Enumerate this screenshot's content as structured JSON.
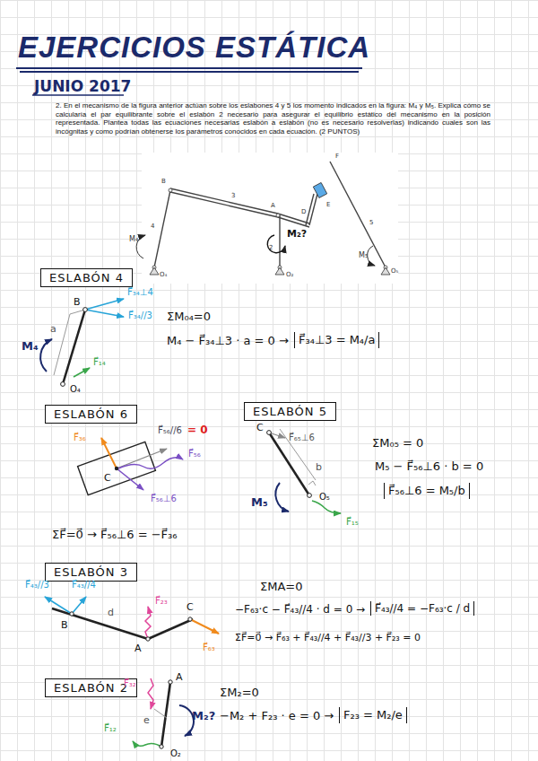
{
  "diagram": {
    "title": "EJERCICIOS ESTÁTICA",
    "nodes": [
      {
        "text": [
          "ESLABÓN 4"
        ]
      },
      {
        "text": [
          "ESLABÓN 6"
        ]
      },
      {
        "text": [
          "ESLABÓN 5"
        ]
      },
      {
        "text": [
          "ESLABÓN 3"
        ]
      },
      {
        "text": [
          "ESLABÓN 2"
        ]
      }
    ],
    "labels": [
      "JUNIO 2017",
      "2. En el mecanismo de la figura anterior actúan sobre los eslabones 4 y 5 los momento indicados en la figura: M₄ y M₅. Explica cómo se calcularía el par equilibrante sobre el eslabón 2 necesario para asegurar el equilibrio estático del mecanismo en la posición representada. Plantea todas las ecuaciones necesarias eslabón a eslabón (no es necesario resolverlas) indicando cuales son las incógnitas y como podrían obtenerse los parámetros conocidos en cada ecuación. (2 PUNTOS)",
      "B",
      "3",
      "A",
      "D",
      "E",
      "F",
      "M₄",
      "4",
      "M₂?",
      "2",
      "5",
      "M₅",
      "O₄",
      "O₂",
      "O₅",
      "F⃗₃₄⊥4",
      "F⃗₃₄//3",
      "B",
      "a",
      "M₄",
      "F⃗₁₄",
      "O₄",
      "ΣM₀₄=0",
      "M₄ − F⃗₃₄⊥3 · a = 0 →",
      "F⃗₃₄⊥3 = M₄/a",
      "F⃗₃₆",
      "F⃗₅₆//6",
      "= 0",
      "F⃗₅₆",
      "C",
      "F⃗₅₆⊥6",
      "ΣF⃗=0⃗ → F⃗₅₆⊥6 = −F⃗₃₆",
      "C",
      "F⃗₆₅⊥6",
      "b",
      "M₅",
      "O₅",
      "F⃗₁₅",
      "ΣM₀₅ = 0",
      "M₅ − F⃗₅₆⊥6 · b = 0",
      "F⃗₅₆⊥6 = M₅/b",
      "F⃗₄₃//3",
      "F⃗₄₃//4",
      "B",
      "d",
      "F⃗₂₃",
      "A",
      "C",
      "F⃗₆₃",
      "ΣMA=0",
      "−F₆₃·c − F⃗₄₃//4 · d = 0 →",
      "F⃗₄₃//4 = −F₆₃·c / d",
      "ΣF⃗=0⃗ → F⃗₆₃ + F⃗₄₃//4 + F⃗₄₃//3 + F⃗₂₃ = 0",
      "A",
      "F⃗₃₂",
      "e",
      "M₂?",
      "O₂",
      "F⃗₁₂",
      "ΣM₂=0",
      "−M₂ + F₂₃ · e = 0 →",
      "F₂₃ = M₂/e"
    ]
  }
}
